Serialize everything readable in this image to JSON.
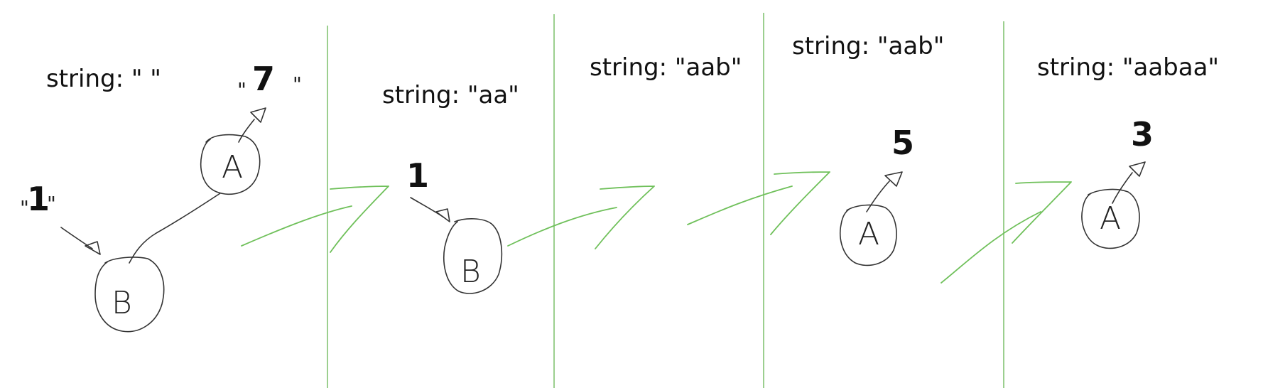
{
  "panels": [
    {
      "string_label": "string: \"   \"",
      "top_number": "7",
      "top_number_quote_left": "\"",
      "top_number_quote_right": "\"",
      "side_number": "1",
      "side_number_quote_left": "\"",
      "side_number_quote_right": "\"",
      "nodes": [
        "A",
        "B"
      ]
    },
    {
      "string_label": "string: \"aa\"",
      "side_number": "1",
      "nodes": [
        "B"
      ]
    },
    {
      "string_label": "string: \"aab\""
    },
    {
      "string_label": "string: \"aab\"",
      "top_number": "5",
      "nodes": [
        "A"
      ]
    },
    {
      "string_label": "string: \"aabaa\"",
      "top_number": "3",
      "nodes": [
        "A"
      ]
    }
  ]
}
